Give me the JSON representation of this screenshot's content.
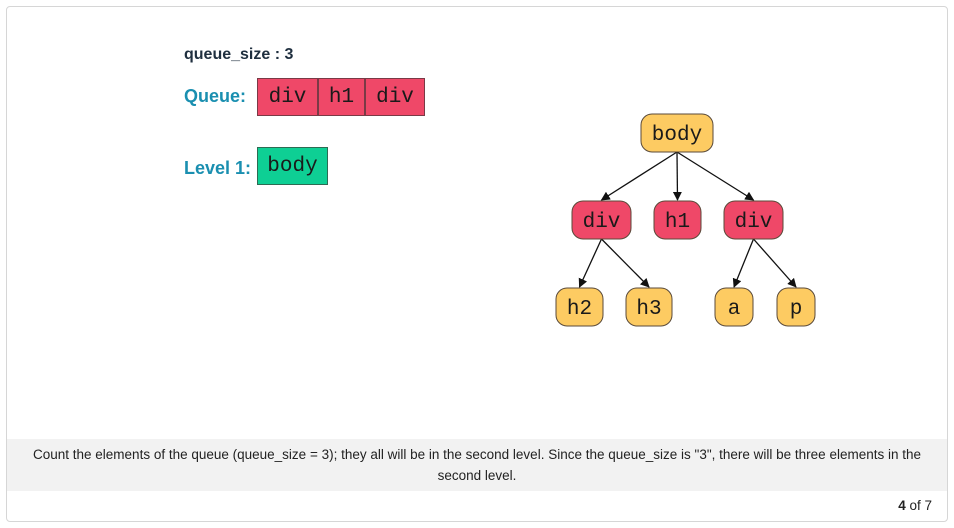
{
  "queue_size": {
    "label": "queue_size : 3"
  },
  "queue": {
    "label": "Queue:",
    "items": [
      "div",
      "h1",
      "div"
    ],
    "color": "#ef4868"
  },
  "level": {
    "label": "Level 1:",
    "items": [
      "body"
    ],
    "color": "#0ecf94"
  },
  "tree": {
    "nodes": [
      {
        "id": "body",
        "label": "body",
        "state": "yellow"
      },
      {
        "id": "div1",
        "label": "div",
        "state": "red"
      },
      {
        "id": "h1",
        "label": "h1",
        "state": "red"
      },
      {
        "id": "div2",
        "label": "div",
        "state": "red"
      },
      {
        "id": "h2",
        "label": "h2",
        "state": "yellow"
      },
      {
        "id": "h3",
        "label": "h3",
        "state": "yellow"
      },
      {
        "id": "a",
        "label": "a",
        "state": "yellow"
      },
      {
        "id": "p",
        "label": "p",
        "state": "yellow"
      }
    ],
    "edges": [
      [
        "body",
        "div1"
      ],
      [
        "body",
        "h1"
      ],
      [
        "body",
        "div2"
      ],
      [
        "div1",
        "h2"
      ],
      [
        "div1",
        "h3"
      ],
      [
        "div2",
        "a"
      ],
      [
        "div2",
        "p"
      ]
    ],
    "colors": {
      "yellow": "#fdcb62",
      "red": "#ef4868",
      "border": "#5a4a3a"
    }
  },
  "caption": "Count the elements of the queue (queue_size = 3); they all will be in the second level. Since the queue_size is \"3\", there will be three elements in the second level.",
  "pager": {
    "current": "4",
    "suffix": " of 7"
  }
}
